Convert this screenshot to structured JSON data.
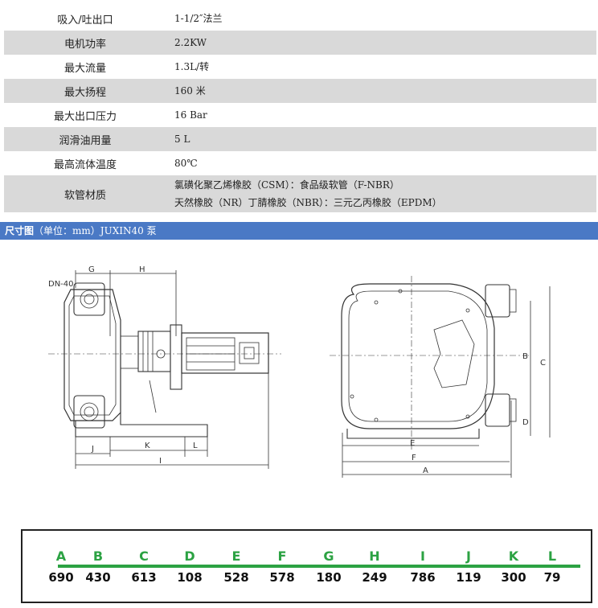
{
  "specs": [
    {
      "label": "吸入/吐出口",
      "value": "1-1/2″法兰",
      "shaded": false
    },
    {
      "label": "电机功率",
      "value": "2.2KW",
      "shaded": true
    },
    {
      "label": "最大流量",
      "value": "1.3L/转",
      "shaded": false
    },
    {
      "label": "最大扬程",
      "value": "160 米",
      "shaded": true
    },
    {
      "label": "最大出口压力",
      "value": "16 Bar",
      "shaded": false
    },
    {
      "label": "润滑油用量",
      "value": "5 L",
      "shaded": true
    },
    {
      "label": "最高流体温度",
      "value": "80℃",
      "shaded": false
    },
    {
      "label": "软管材质",
      "value_lines": [
        "氯磺化聚乙烯橡胶（CSM）：食品级软管（F-NBR）",
        "天然橡胶（NR）丁腈橡胶（NBR）：三元乙丙橡胶（EPDM）"
      ],
      "shaded": true
    }
  ],
  "banner": {
    "title": "尺寸图",
    "subtitle": "（单位：mm）JUXIN40 泵"
  },
  "drawing_labels": {
    "dn": "DN-40",
    "G": "G",
    "H": "H",
    "J": "J",
    "K": "K",
    "L": "L",
    "I": "I",
    "A": "A",
    "B": "B",
    "C": "C",
    "D": "D",
    "E": "E",
    "F": "F"
  },
  "dimensions": [
    {
      "letter": "A",
      "value": "690"
    },
    {
      "letter": "B",
      "value": "430"
    },
    {
      "letter": "C",
      "value": "613"
    },
    {
      "letter": "D",
      "value": "108"
    },
    {
      "letter": "E",
      "value": "528"
    },
    {
      "letter": "F",
      "value": "578"
    },
    {
      "letter": "G",
      "value": "180"
    },
    {
      "letter": "H",
      "value": "249"
    },
    {
      "letter": "I",
      "value": "786"
    },
    {
      "letter": "J",
      "value": "119"
    },
    {
      "letter": "K",
      "value": "300"
    },
    {
      "letter": "L",
      "value": "79"
    }
  ],
  "colors": {
    "banner": "#4a79c5",
    "accent": "#2ca243",
    "shade": "#d9d9d9"
  }
}
